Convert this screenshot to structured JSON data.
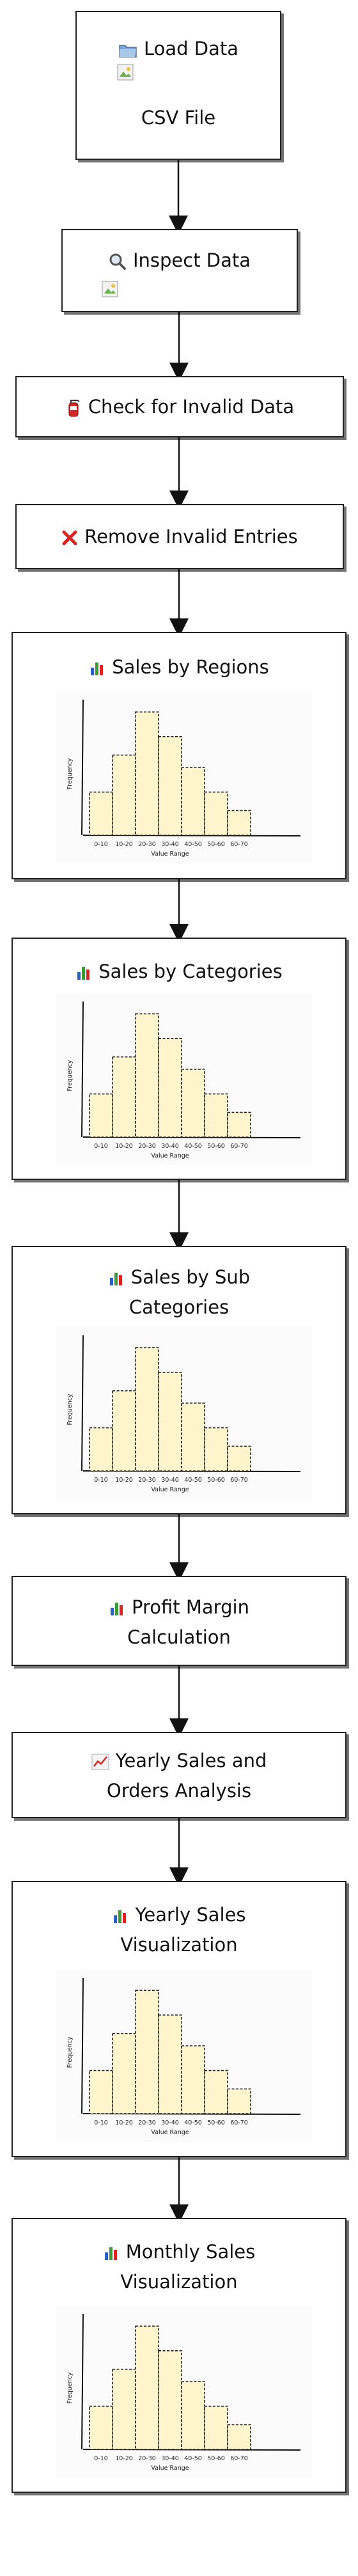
{
  "nodes": {
    "load": {
      "title": "Load Data",
      "icon": "folder-icon",
      "subtitle": "CSV File"
    },
    "inspect": {
      "title": "Inspect Data",
      "icon": "magnifier-icon"
    },
    "check": {
      "title": "Check for Invalid Data",
      "icon": "fire-extinguisher-icon"
    },
    "remove": {
      "title": "Remove Invalid Entries",
      "icon": "red-x-icon"
    },
    "regions": {
      "title": "Sales by Regions",
      "icon": "bar-chart-icon"
    },
    "categories": {
      "title": "Sales by Categories",
      "icon": "bar-chart-icon"
    },
    "subcategories": {
      "title_line1": "Sales by Sub",
      "title_line2": "Categories",
      "icon": "bar-chart-icon"
    },
    "profit": {
      "title_line1": "Profit Margin",
      "title_line2": "Calculation",
      "icon": "bar-chart-icon"
    },
    "yearly_analysis": {
      "title_line1": "Yearly Sales and",
      "title_line2": "Orders Analysis",
      "icon": "line-chart-icon"
    },
    "yearly_viz": {
      "title_line1": "Yearly Sales",
      "title_line2": "Visualization",
      "icon": "bar-chart-icon"
    },
    "monthly_viz": {
      "title_line1": "Monthly Sales",
      "title_line2": "Visualization",
      "icon": "bar-chart-icon"
    }
  },
  "colors": {
    "bar_fill": "#fff5cc",
    "border": "#222222",
    "icon_red": "#dd2222",
    "icon_blue": "#2a5fc4",
    "icon_green": "#3a9a3a"
  },
  "chart_data": [
    {
      "type": "bar",
      "categories": [
        "0-10",
        "10-20",
        "20-30",
        "30-40",
        "40-50",
        "50-60",
        "60-70"
      ],
      "values": [
        3.5,
        6.5,
        10,
        8,
        5.5,
        3.5,
        2
      ],
      "ylabel": "Frequency",
      "xlabel": "Value Range"
    },
    {
      "type": "bar",
      "categories": [
        "0-10",
        "10-20",
        "20-30",
        "30-40",
        "40-50",
        "50-60",
        "60-70"
      ],
      "values": [
        3.5,
        6.5,
        10,
        8,
        5.5,
        3.5,
        2
      ],
      "ylabel": "Frequency",
      "xlabel": "Value Range"
    },
    {
      "type": "bar",
      "categories": [
        "0-10",
        "10-20",
        "20-30",
        "30-40",
        "40-50",
        "50-60",
        "60-70"
      ],
      "values": [
        3.5,
        6.5,
        10,
        8,
        5.5,
        3.5,
        2
      ],
      "ylabel": "Frequency",
      "xlabel": "Value Range"
    },
    {
      "type": "bar",
      "categories": [
        "0-10",
        "10-20",
        "20-30",
        "30-40",
        "40-50",
        "50-60",
        "60-70"
      ],
      "values": [
        3.5,
        6.5,
        10,
        8,
        5.5,
        3.5,
        2
      ],
      "ylabel": "Frequency",
      "xlabel": "Value Range"
    },
    {
      "type": "bar",
      "categories": [
        "0-10",
        "10-20",
        "20-30",
        "30-40",
        "40-50",
        "50-60",
        "60-70"
      ],
      "values": [
        3.5,
        6.5,
        10,
        8,
        5.5,
        3.5,
        2
      ],
      "ylabel": "Frequency",
      "xlabel": "Value Range"
    }
  ]
}
